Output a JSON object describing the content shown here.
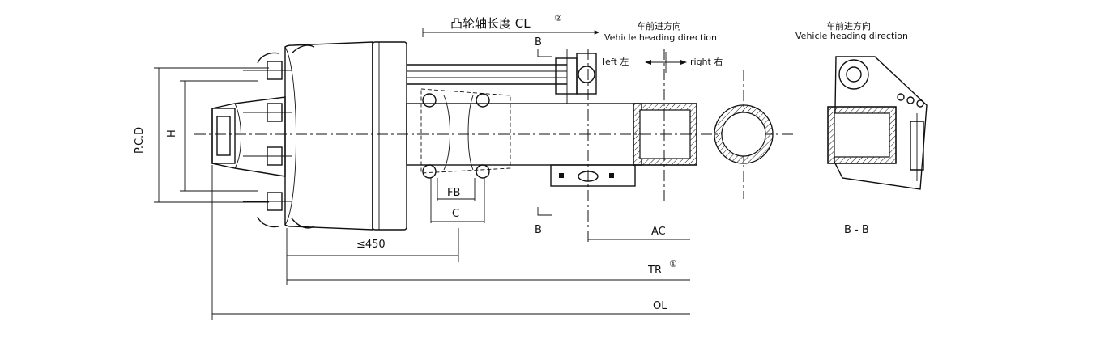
{
  "labels": {
    "cam_length": "凸轮轴长度 CL",
    "cam_length_note": "②",
    "direction_cn_1": "车前进方向",
    "direction_en_1": "Vehicle heading direction",
    "direction_cn_2": "车前进方向",
    "direction_en_2": "Vehicle heading direction",
    "left": "left 左",
    "right": "right 右",
    "section_b_top": "B",
    "section_b_bottom": "B",
    "section_bb": "B - B",
    "pcd": "P.C.D",
    "h": "H",
    "fb": "FB",
    "c": "C",
    "max_450": "≤450",
    "ac": "AC",
    "tr": "TR",
    "tr_note": "①",
    "ol": "OL"
  },
  "colors": {
    "line": "#111111",
    "background": "#ffffff"
  }
}
